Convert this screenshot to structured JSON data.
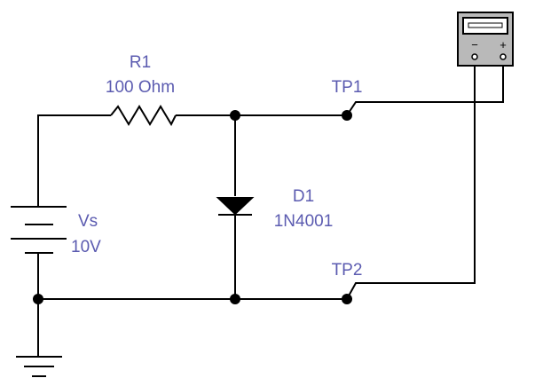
{
  "colors": {
    "wire": "#000000",
    "label": "#5b5bb0",
    "meter_body": "#b9b9b9",
    "background": "#ffffff"
  },
  "resistor": {
    "ref": "R1",
    "value": "100 Ohm"
  },
  "source": {
    "ref": "Vs",
    "value": "10V"
  },
  "diode": {
    "ref": "D1",
    "model": "1N4001"
  },
  "test_points": {
    "tp1": "TP1",
    "tp2": "TP2"
  },
  "meter": {
    "neg_symbol": "−",
    "pos_symbol": "+",
    "icon": "voltmeter-icon"
  }
}
